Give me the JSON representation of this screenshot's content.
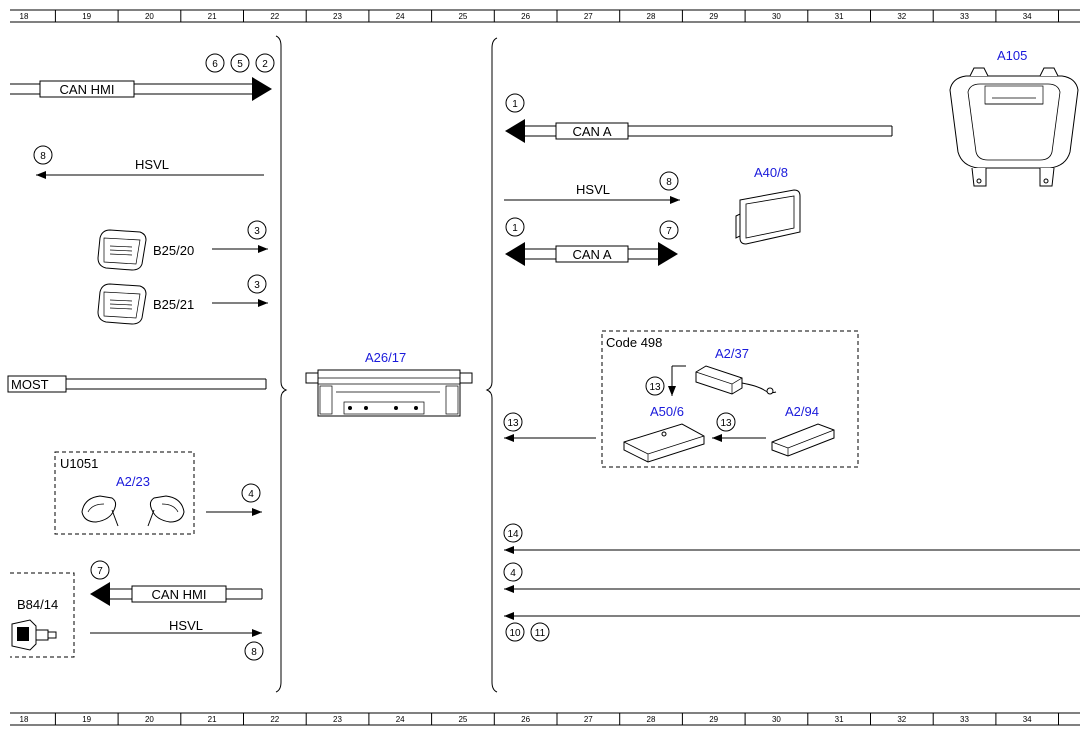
{
  "ruler": [
    "18",
    "19",
    "20",
    "21",
    "22",
    "23",
    "24",
    "25",
    "26",
    "27",
    "28",
    "29",
    "30",
    "31",
    "32",
    "33",
    "34"
  ],
  "left": {
    "can_hmi_top": "CAN HMI",
    "circles_top": [
      "6",
      "5",
      "2"
    ],
    "hsvl_left": "HSVL",
    "circle_hsvl_left": "8",
    "b25_20": "B25/20",
    "b25_21": "B25/21",
    "circle_b25_20": "3",
    "circle_b25_21": "3",
    "most": "MOST",
    "u1051": "U1051",
    "a2_23": "A2/23",
    "circle_a2_23": "4",
    "b84_14": "B84/14",
    "can_hmi_bottom": "CAN HMI",
    "circle_can_hmi_bottom": "7",
    "hsvl_bottom": "HSVL",
    "circle_hsvl_bottom": "8"
  },
  "center": {
    "a26_17": "A26/17"
  },
  "right": {
    "a105": "A105",
    "can_a_top": "CAN A",
    "circle_can_a_top": "1",
    "a40_8": "A40/8",
    "hsvl": "HSVL",
    "circle_hsvl": "8",
    "can_a_mid": "CAN A",
    "circle_can_a_mid_left": "1",
    "circle_can_a_mid_right": "7",
    "code498": "Code 498",
    "a2_37": "A2/37",
    "a50_6": "A50/6",
    "a2_94": "A2/94",
    "circle_a2_37": "13",
    "circle_a2_94": "13",
    "circle_code_out": "13",
    "circle_line14": "14",
    "circle_line4": "4",
    "circles_bottom": [
      "10",
      "11"
    ]
  }
}
